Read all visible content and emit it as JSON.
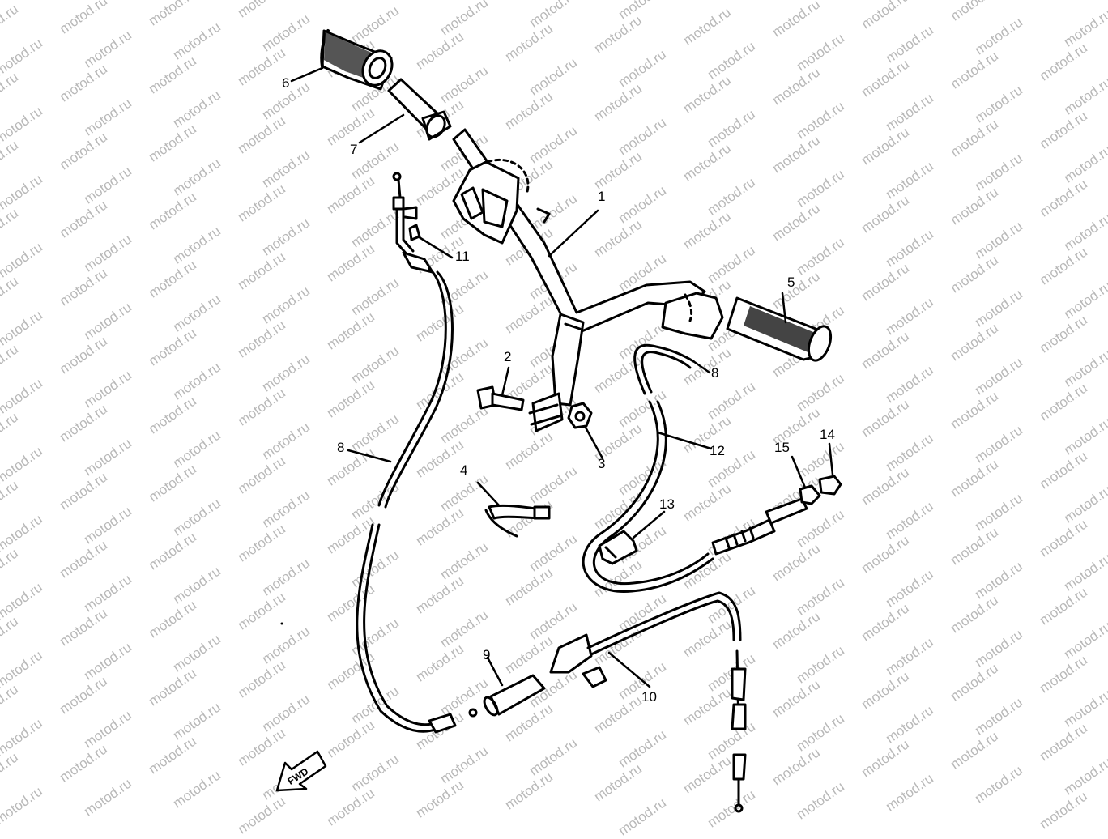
{
  "watermark": {
    "text": "motod.ru"
  },
  "callouts": {
    "c1": "1",
    "c2": "2",
    "c3": "3",
    "c4": "4",
    "c5": "5",
    "c6": "6",
    "c7": "7",
    "c8a": "8",
    "c8b": "8",
    "c9": "9",
    "c10": "10",
    "c11": "11",
    "c12": "12",
    "c13": "13",
    "c14": "14",
    "c15": "15"
  },
  "fwd_badge": {
    "label": "FWD"
  },
  "colors": {
    "ink": "#000000",
    "watermark": "#b8b8b8",
    "background": "#ffffff"
  }
}
